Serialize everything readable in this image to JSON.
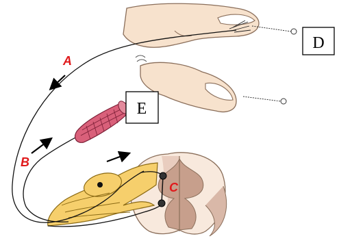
{
  "labels": {
    "A": "A",
    "B": "B",
    "C": "C",
    "D": "D",
    "E": "E"
  },
  "colors": {
    "skin": "#f7e2cd",
    "skin_outline": "#8a6e5a",
    "nail": "#ffffff",
    "nerve": "#f6cf6c",
    "nerve_outline": "#8b6a14",
    "muscle": "#d9607a",
    "muscle_dark": "#7a1e35",
    "cord": "#f8e9dd",
    "cord_grey": "#c79f8c",
    "cord_grey_light": "#e9cdbf",
    "label_red": "#e0191b"
  },
  "icons": [
    "arrow-icon"
  ]
}
